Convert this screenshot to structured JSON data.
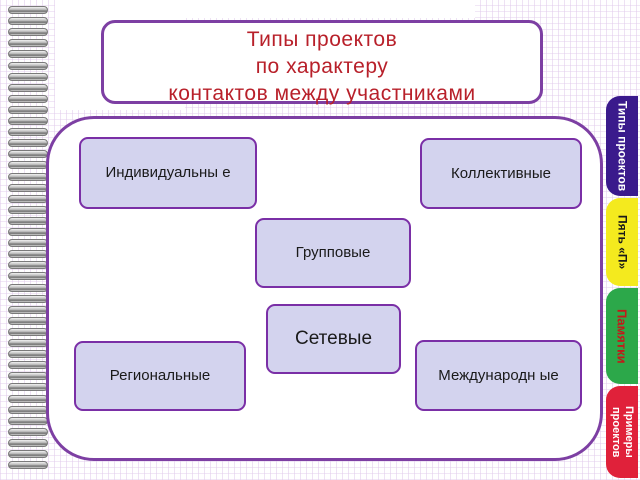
{
  "title": {
    "lines": [
      "Типы проектов",
      "по  характеру",
      "контактов между участниками"
    ]
  },
  "nodes": {
    "individual": "Индивидуальны е",
    "collective": "Коллективные",
    "group": "Групповые",
    "network": "Сетевые",
    "regional": "Региональные",
    "international": "Международн ые"
  },
  "tabs": [
    {
      "label": "Типы проектов",
      "bg": "#3a1a8c",
      "color": "#ffffff"
    },
    {
      "label": "Пять «П»",
      "bg": "#f4ea1e",
      "color": "#1a1a1a"
    },
    {
      "label": "Памятки",
      "bg": "#2ca84a",
      "color": "#c21a1a"
    },
    {
      "label": "Примеры проектов",
      "bg": "#e0213a",
      "color": "#ffffff"
    }
  ],
  "colors": {
    "frame": "#7d3fa3",
    "node_fill": "#d3d3ee",
    "title_text": "#b8202a"
  }
}
